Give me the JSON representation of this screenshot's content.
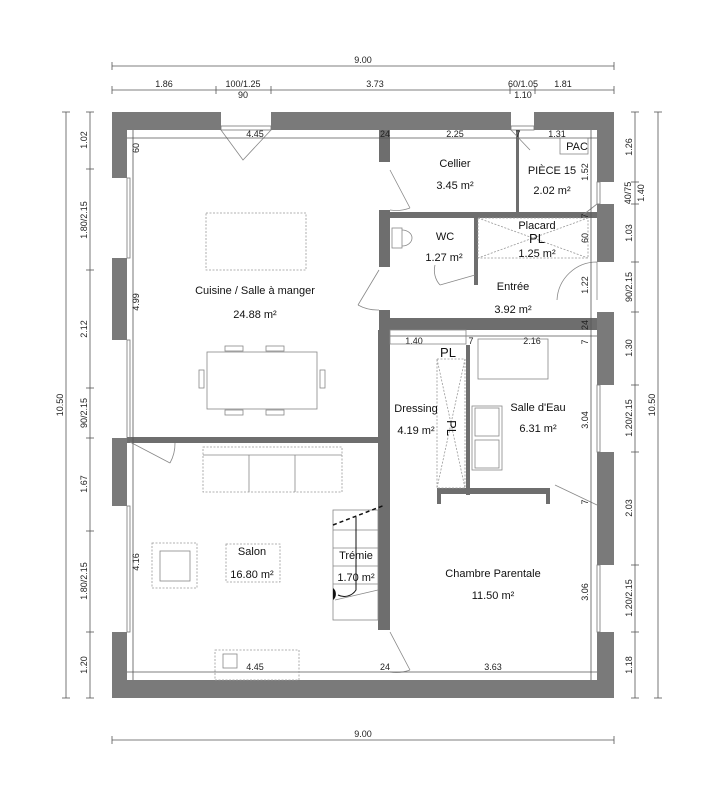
{
  "rooms": [
    {
      "name": "Cuisine / Salle à manger",
      "area": "24.88 m²"
    },
    {
      "name": "Cellier",
      "area": "3.45 m²"
    },
    {
      "name": "PIÈCE 15",
      "area": "2.02 m²"
    },
    {
      "name": "WC",
      "area": "1.27 m²"
    },
    {
      "name": "Placard",
      "area": "1.25 m²"
    },
    {
      "name": "Entrée",
      "area": "3.92 m²"
    },
    {
      "name": "Dressing",
      "area": "4.19 m²"
    },
    {
      "name": "Salle d'Eau",
      "area": "6.31 m²"
    },
    {
      "name": "Salon",
      "area": "16.80 m²"
    },
    {
      "name": "Trémie",
      "area": "1.70 m²"
    },
    {
      "name": "Chambre Parentale",
      "area": "11.50 m²"
    }
  ],
  "labels": {
    "pac": "PAC",
    "pl": "PL"
  },
  "dims": {
    "top_total": "9.00",
    "bottom_total": "9.00",
    "left_total": "10.50",
    "right_total": "10.50",
    "top": [
      "1.86",
      "100/1.25",
      "90",
      "3.73",
      "60/1.05",
      "1.10",
      "1.81"
    ],
    "left": [
      "1.02",
      "1.80/2.15",
      "2.12",
      "90/2.15",
      "1.67",
      "1.80/2.15",
      "1.20"
    ],
    "right": [
      "1.26",
      "40/75",
      "1.40",
      "1.03",
      "90/2.15",
      "1.30",
      "1.20/2.15",
      "2.03",
      "1.20/2.15",
      "1.18"
    ],
    "inner_top": [
      "4.45",
      "24",
      "2.25",
      "7",
      "1.31"
    ],
    "inner_bottom": [
      "4.45",
      "24",
      "3.63"
    ],
    "inner_left": [
      "60",
      "4.99",
      "4.16"
    ],
    "inner_right": [
      "1.52",
      "7",
      "60",
      "1.22",
      "24",
      "7",
      "3.04",
      "7",
      "3.06"
    ],
    "inner_mid": [
      "1.40",
      "7",
      "2.16"
    ]
  }
}
